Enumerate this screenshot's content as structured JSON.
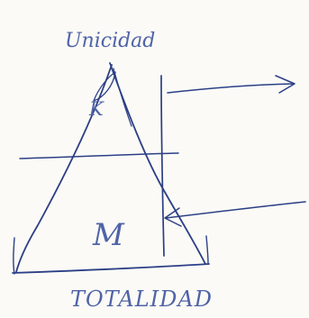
{
  "diagram": {
    "labels": {
      "top": "Unicidad",
      "middle": "M",
      "inner_top": "K",
      "bottom": "TOTALIDAD"
    },
    "colors": {
      "ink": "#2c3f86",
      "ink_light": "#4f63a8",
      "paper": "#fbfaf6"
    }
  }
}
